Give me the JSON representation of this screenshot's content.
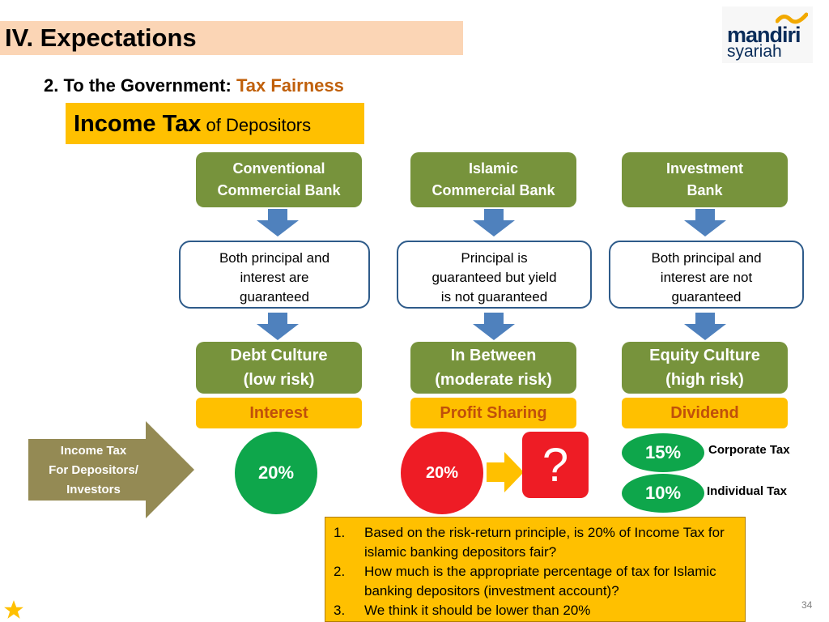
{
  "header": {
    "section_title": "IV. Expectations",
    "logo_line1": "mandiri",
    "logo_line2": "syariah"
  },
  "subtitle": {
    "prefix": "2. To the Government: ",
    "accent": "Tax Fairness"
  },
  "income_tax_box": {
    "main": "Income Tax",
    "suffix": " of Depositors"
  },
  "columns": [
    {
      "bank": "Conventional\nCommercial Bank",
      "guarantee": "Both principal and\ninterest are\nguaranteed",
      "culture": "Debt Culture\n(low risk)",
      "return_type": "Interest"
    },
    {
      "bank": "Islamic\nCommercial Bank",
      "guarantee": "Principal is\nguaranteed but yield\nis not guaranteed",
      "culture": "In Between\n(moderate risk)",
      "return_type": "Profit Sharing"
    },
    {
      "bank": "Investment\nBank",
      "guarantee": "Both principal and\ninterest are not\nguaranteed",
      "culture": "Equity Culture\n(high risk)",
      "return_type": "Dividend"
    }
  ],
  "left_arrow_label": "Income Tax\nFor Depositors/\nInvestors",
  "rates": {
    "conventional": "20%",
    "islamic": "20%",
    "islamic_question": "?",
    "corporate": "15%",
    "corporate_label": "Corporate Tax",
    "individual": "10%",
    "individual_label": "Individual Tax"
  },
  "questions": [
    {
      "num": "1.",
      "text": "Based on the risk-return principle, is 20% of Income Tax for islamic banking depositors fair?"
    },
    {
      "num": "2.",
      "text": "How much is the appropriate percentage of tax for Islamic banking depositors (investment account)?"
    },
    {
      "num": "3.",
      "text": "We think it should be lower than 20%"
    }
  ],
  "page_number": "34",
  "colors": {
    "green_box": "#77933c",
    "gold": "#ffc000",
    "blue_arrow": "#4f81bd",
    "green_circle": "#0ea64b",
    "red_circle": "#ee1c25",
    "olive_arrow": "#948a54"
  },
  "icons": {
    "bottom_left": "star-icon",
    "flow": "arrow-down-icon"
  }
}
